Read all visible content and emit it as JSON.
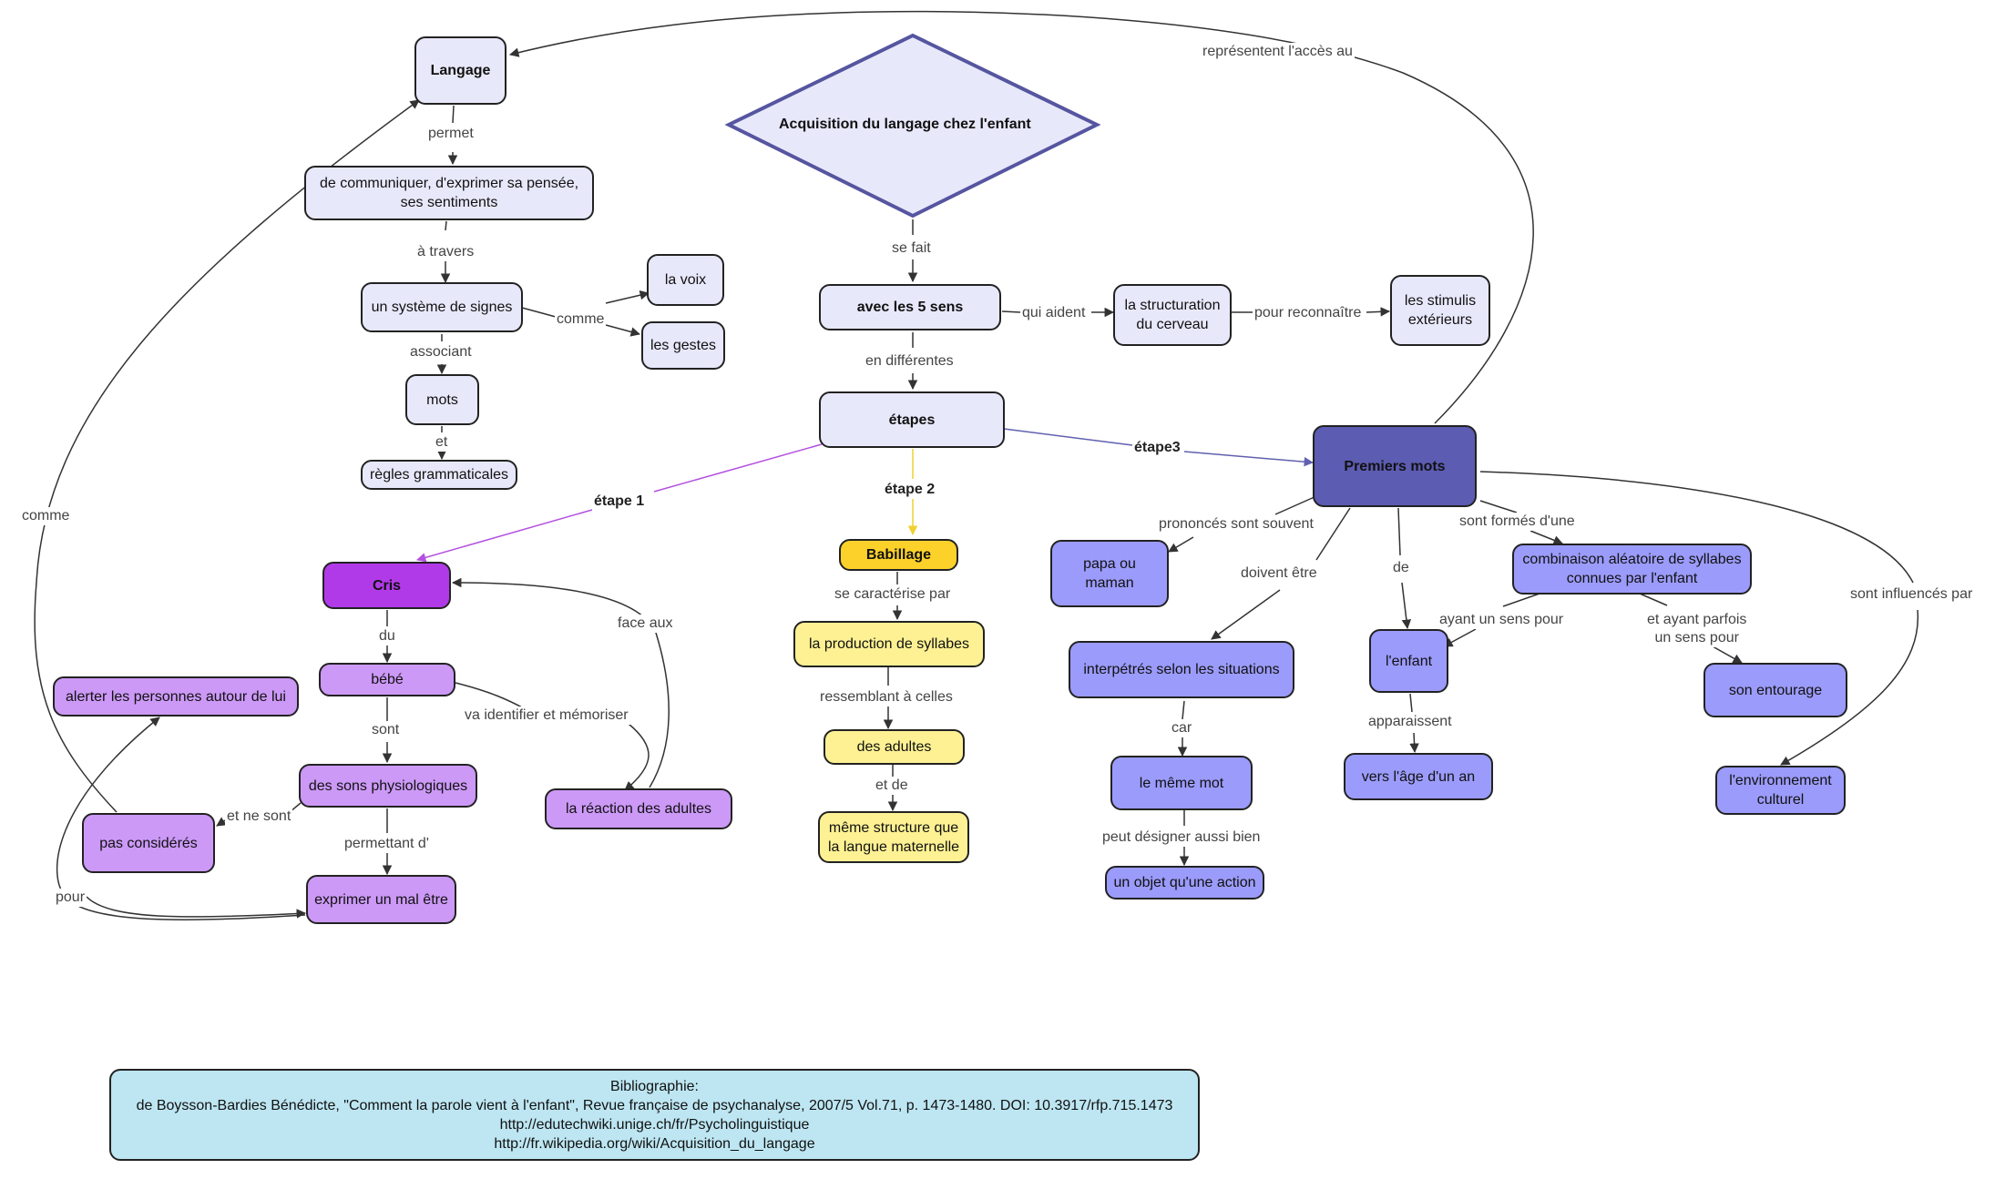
{
  "title": "Acquisition du langage chez l'enfant",
  "nodes": {
    "langage": "Langage",
    "communiquer": "de communiquer, d'exprimer sa pensée,\nses sentiments",
    "systeme": "un système de signes",
    "voix": "la voix",
    "gestes": "les gestes",
    "mots": "mots",
    "regles": "règles grammaticales",
    "sens": "avec les 5 sens",
    "structuration": "la structuration\ndu cerveau",
    "stimulis": "les stimulis\nextérieurs",
    "etapes": "étapes",
    "premiers_mots": "Premiers mots",
    "cris": "Cris",
    "bebe": "bébé",
    "alerter": "alerter les personnes autour de lui",
    "sons": "des sons physiologiques",
    "reaction": "la réaction des adultes",
    "pas_consideres": "pas considérés",
    "mal_etre": "exprimer un mal être",
    "babillage": "Babillage",
    "production": "la production de syllabes",
    "adultes": "des adultes",
    "meme_structure": "même structure que\nla langue maternelle",
    "papa": "papa ou maman",
    "interpretes": "interpétrés selon les situations",
    "meme_mot": "le même mot",
    "objet": "un objet qu'une action",
    "enfant": "l'enfant",
    "age": "vers l'âge d'un an",
    "combinaison": "combinaison aléatoire de syllabes\nconnues par l'enfant",
    "entourage": "son entourage",
    "environnement": "l'environnement\nculturel",
    "bibliographie": "Bibliographie:\nde Boysson-Bardies Bénédicte, \"Comment la parole vient à l'enfant\", Revue française de psychanalyse,  2007/5 Vol.71, p. 1473-1480. DOI: 10.3917/rfp.715.1473\nhttp://edutechwiki.unige.ch/fr/Psycholinguistique\nhttp://fr.wikipedia.org/wiki/Acquisition_du_langage"
  },
  "links": {
    "permet": "permet",
    "a_travers": "à travers",
    "comme_signes": "comme",
    "associant": "associant",
    "et_mots": "et",
    "se_fait": "se fait",
    "qui_aident": "qui aident",
    "pour_reconnaitre": "pour reconnaître",
    "en_differentes": "en différentes",
    "etape1": "étape 1",
    "etape2": "étape 2",
    "etape3": "étape3",
    "represente": "représentent l'accès au",
    "comme_langage": "comme",
    "du": "du",
    "sont": "sont",
    "va_identifier": "va identifier et mémoriser",
    "face_aux": "face aux",
    "et_ne_sont": "et ne sont",
    "permettant": "permettant d'",
    "pour": "pour",
    "se_caracterise": "se caractérise par",
    "ressemblant": "ressemblant à celles",
    "et_de": "et de",
    "prononces": "prononcés sont souvent",
    "doivent_etre": "doivent être",
    "de": "de",
    "sont_formes": "sont formés d'une",
    "sont_influences": "sont influencés par",
    "car": "car",
    "peut_designer": "peut désigner aussi bien",
    "apparaissent": "apparaissent",
    "ayant_sens": "ayant un sens pour",
    "ayant_parfois": "et ayant parfois\nun sens pour"
  },
  "colors": {
    "lavender": "#e8e8fb",
    "cris": "#b13ae8",
    "violet": "#cc99f7",
    "gold": "#fcd12a",
    "yellow": "#fdf193",
    "blue": "#9b9bfb",
    "dark_blue": "#5c5cb3",
    "bibliography": "#bde6f2"
  }
}
